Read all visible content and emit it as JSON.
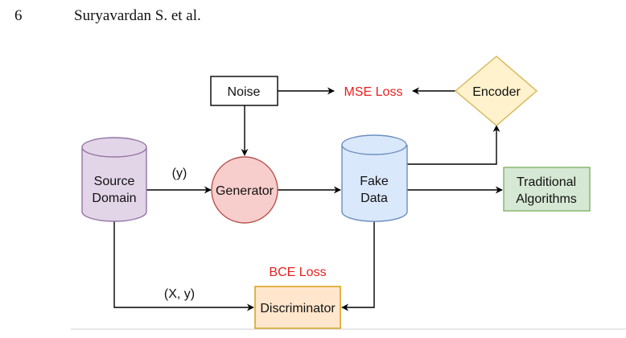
{
  "header": {
    "page_number": "6",
    "authors": "Suryavardan S. et al."
  },
  "diagram": {
    "nodes": {
      "noise": {
        "label": "Noise",
        "fill": "#ffffff",
        "stroke": "#000000"
      },
      "mse_loss": {
        "label": "MSE Loss",
        "color": "#e81f1f"
      },
      "encoder": {
        "label": "Encoder",
        "fill": "#fff2cc",
        "stroke": "#d6b656"
      },
      "source_domain": {
        "line1": "Source",
        "line2": "Domain",
        "fill": "#e1d5e7",
        "stroke": "#9673a6"
      },
      "generator": {
        "label": "Generator",
        "fill": "#f8cecc",
        "stroke": "#b85450"
      },
      "fake_data": {
        "line1": "Fake",
        "line2": "Data",
        "fill": "#dae8fc",
        "stroke": "#6c8ebf"
      },
      "traditional_algorithms": {
        "line1": "Traditional",
        "line2": "Algorithms",
        "fill": "#d5e8d4",
        "stroke": "#82b366"
      },
      "bce_loss": {
        "label": "BCE Loss",
        "color": "#e81f1f"
      },
      "discriminator": {
        "label": "Discriminator",
        "fill": "#ffe6cc",
        "stroke": "#d79b00"
      }
    },
    "edge_labels": {
      "source_to_generator": "(y)",
      "source_to_discriminator": "(X, y)"
    }
  }
}
